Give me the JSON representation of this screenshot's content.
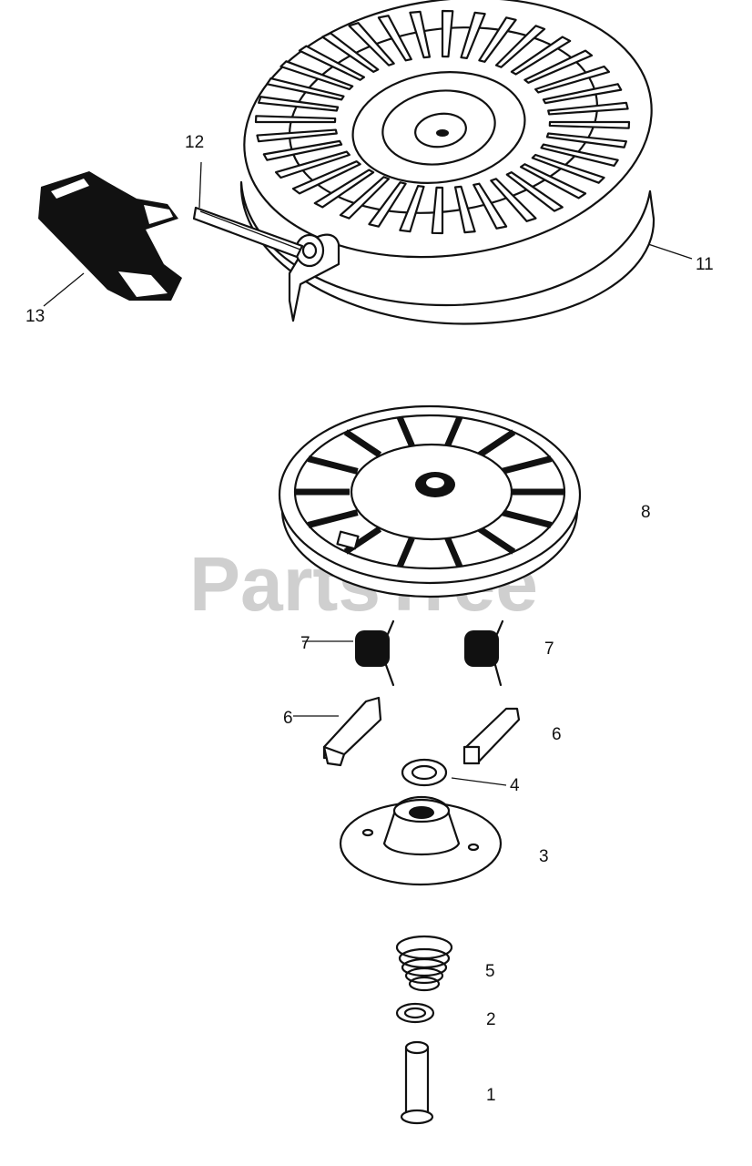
{
  "watermark": "PartsTree",
  "callouts": [
    {
      "id": "c13",
      "text": "13"
    },
    {
      "id": "c12",
      "text": "12"
    },
    {
      "id": "c11",
      "text": "11"
    },
    {
      "id": "c8",
      "text": "8"
    },
    {
      "id": "c7a",
      "text": "7"
    },
    {
      "id": "c7b",
      "text": "7"
    },
    {
      "id": "c6a",
      "text": "6"
    },
    {
      "id": "c6b",
      "text": "6"
    },
    {
      "id": "c4",
      "text": "4"
    },
    {
      "id": "c3",
      "text": "3"
    },
    {
      "id": "c5",
      "text": "5"
    },
    {
      "id": "c2",
      "text": "2"
    },
    {
      "id": "c1",
      "text": "1"
    }
  ]
}
